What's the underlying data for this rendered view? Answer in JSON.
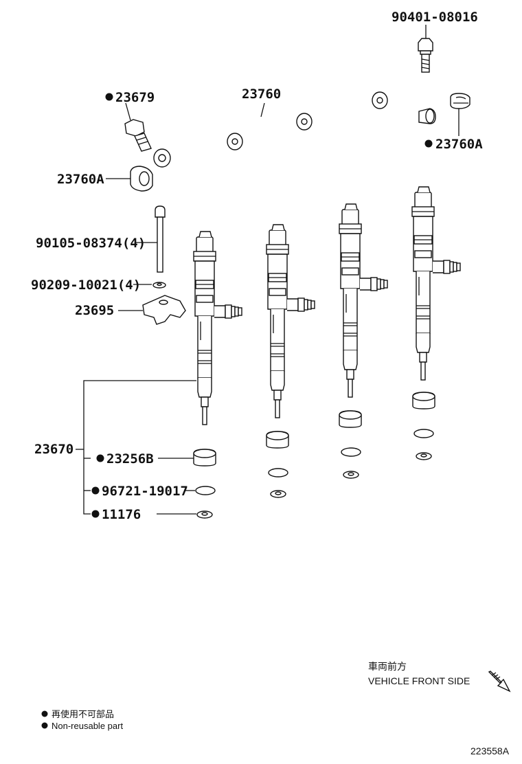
{
  "part_labels": {
    "p90401": "90401-08016",
    "p23679": "23679",
    "p23760": "23760",
    "p23760A_right": "23760A",
    "p23760A_left": "23760A",
    "p90105": "90105-08374(4)",
    "p90209": "90209-10021(4)",
    "p23695": "23695",
    "p23670": "23670",
    "p23256B": "23256B",
    "p96721": "96721-19017",
    "p11176": "11176"
  },
  "direction": {
    "label_jp": "車両前方",
    "label_en": "VEHICLE FRONT SIDE"
  },
  "legend": {
    "item_jp": "再使用不可部品",
    "item_en": "Non-reusable part"
  },
  "figure_id": "223558A",
  "colors": {
    "ink": "#111111",
    "background": "#ffffff"
  }
}
